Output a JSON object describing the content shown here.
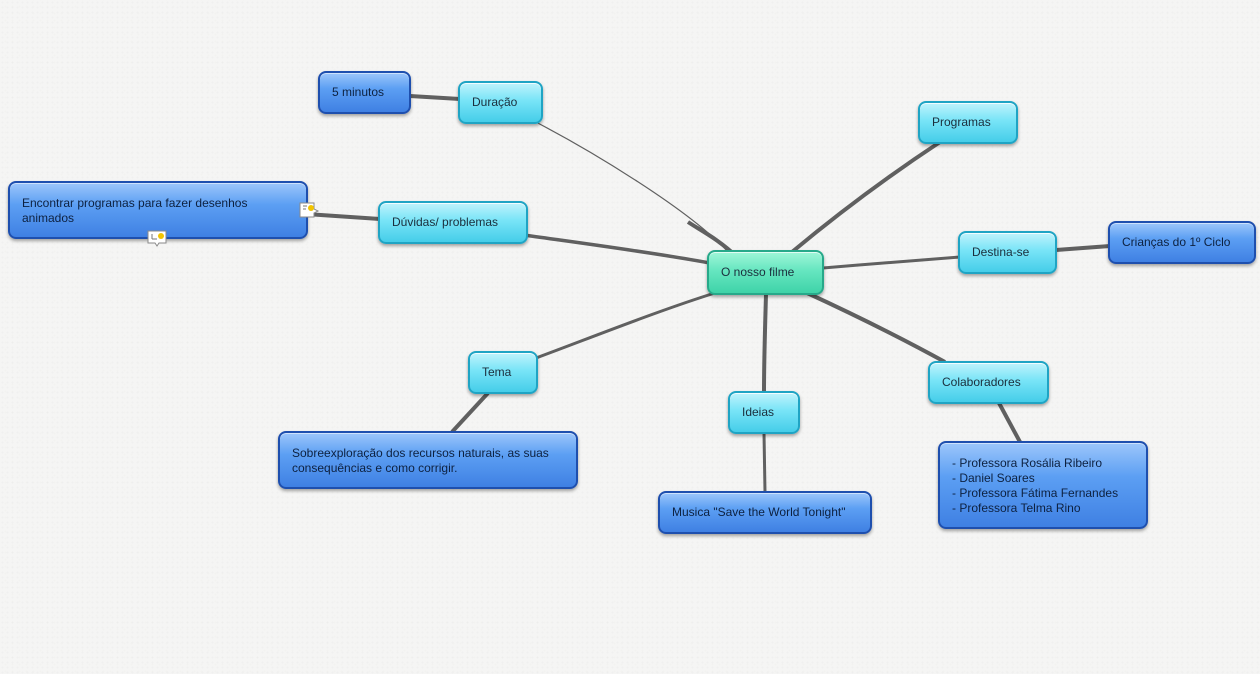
{
  "map": {
    "center": {
      "id": "center",
      "label": "O nosso filme"
    },
    "topics": [
      {
        "id": "duracao",
        "label": "Duração"
      },
      {
        "id": "duvidas",
        "label": "Dúvidas/ problemas"
      },
      {
        "id": "tema",
        "label": "Tema"
      },
      {
        "id": "ideias",
        "label": "Ideias"
      },
      {
        "id": "colaboradores",
        "label": "Colaboradores"
      },
      {
        "id": "destina",
        "label": "Destina-se"
      },
      {
        "id": "programas",
        "label": "Programas"
      }
    ],
    "subtopics": [
      {
        "id": "cinco-minutos",
        "parent": "duracao",
        "label": "5 minutos"
      },
      {
        "id": "encontrar-programas",
        "parent": "duvidas",
        "label": "Encontrar programas para fazer desenhos\nanimados"
      },
      {
        "id": "sobreexploracao",
        "parent": "tema",
        "label": "Sobreexploração dos recursos naturais, as suas\nconsequências e como corrigir."
      },
      {
        "id": "musica",
        "parent": "ideias",
        "label": "Musica \"Save the World Tonight\""
      },
      {
        "id": "professoras",
        "parent": "colaboradores",
        "label": "- Professora Rosália Ribeiro\n- Daniel Soares\n- Professora Fátima Fernandes\n- Professora Telma Rino"
      },
      {
        "id": "criancas",
        "parent": "destina",
        "label": "Crianças do 1º Ciclo"
      }
    ]
  },
  "colors": {
    "connector": "#606060",
    "center": "#5ee3bd",
    "topic": "#6fdff5",
    "subtopic": "#4a8eea"
  },
  "icons": [
    "note-icon",
    "note-icon"
  ]
}
